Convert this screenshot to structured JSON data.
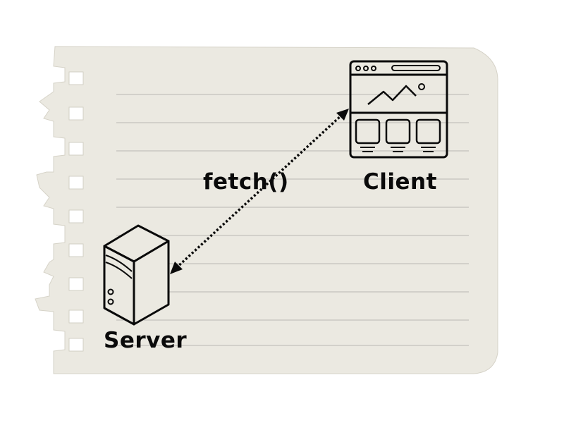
{
  "diagram": {
    "arrow_label": "fetch()",
    "client_label": "Client",
    "server_label": "Server"
  },
  "icons": {
    "client": "browser-window-icon",
    "server": "server-tower-icon"
  },
  "colors": {
    "paper": "#ebe9e1",
    "paper_edge": "#dcd9cf",
    "rule_line": "#b9b8b2",
    "ink": "#0a0a0a"
  }
}
